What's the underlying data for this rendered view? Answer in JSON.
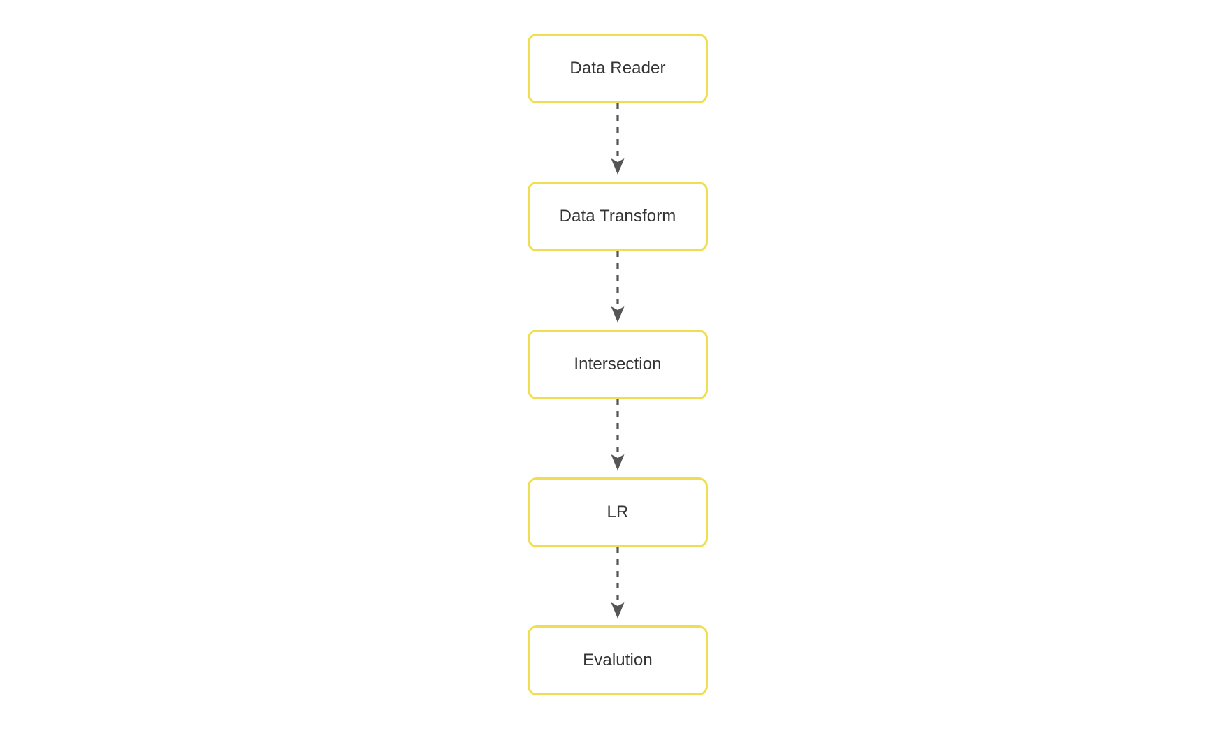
{
  "diagram": {
    "type": "flowchart",
    "orientation": "top-to-bottom",
    "background_color": "#ffffff",
    "node_border_color": "#efde52",
    "node_fill_color": "#ffffff",
    "node_text_color": "#333333",
    "edge_color": "#555555",
    "edge_style": "dashed",
    "edge_arrowhead": "filled-triangle",
    "nodes": [
      {
        "id": "data-reader",
        "label": "Data Reader"
      },
      {
        "id": "data-transform",
        "label": "Data Transform"
      },
      {
        "id": "intersection",
        "label": "Intersection"
      },
      {
        "id": "lr",
        "label": "LR"
      },
      {
        "id": "evalution",
        "label": "Evalution"
      }
    ],
    "edges": [
      {
        "from": "data-reader",
        "to": "data-transform",
        "label": ""
      },
      {
        "from": "data-transform",
        "to": "intersection",
        "label": ""
      },
      {
        "from": "intersection",
        "to": "lr",
        "label": ""
      },
      {
        "from": "lr",
        "to": "evalution",
        "label": ""
      }
    ]
  }
}
